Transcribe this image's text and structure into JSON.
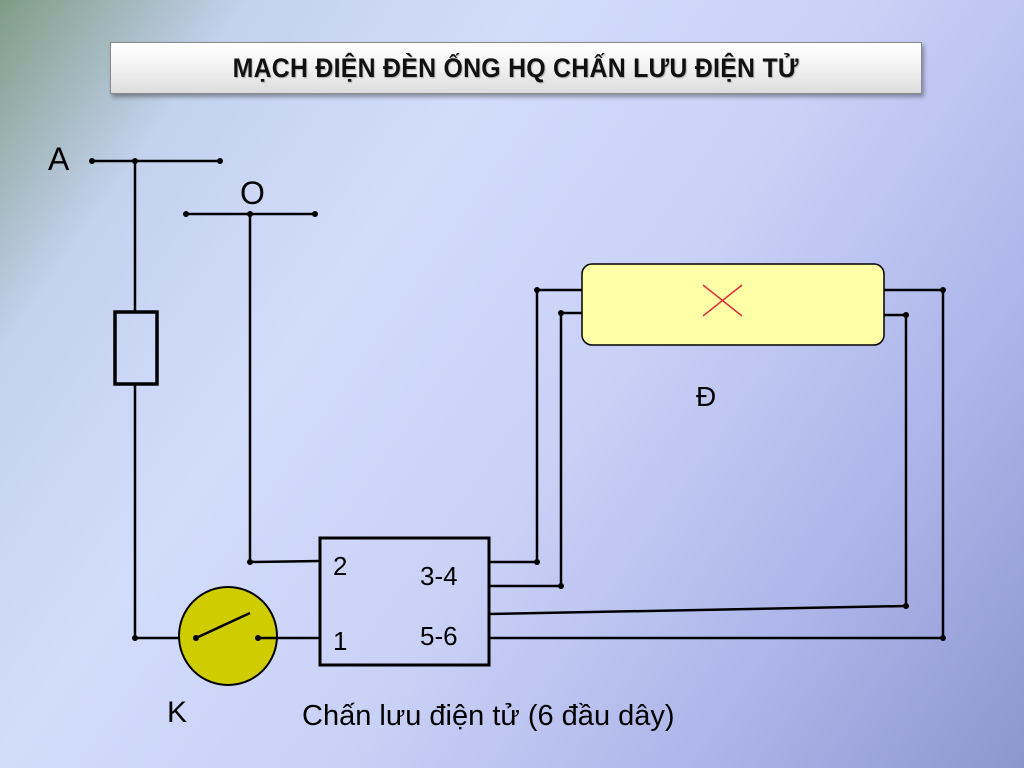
{
  "title": "MẠCH ĐIỆN ĐÈN ỐNG HQ CHẤN LƯU ĐIỆN TỬ",
  "labels": {
    "a": "A",
    "o": "O",
    "lamp": "Đ",
    "switch": "K",
    "ballast_caption": "Chấn lưu điện tử (6 đầu dây)"
  },
  "ballast_terminals": {
    "t2": "2",
    "t1": "1",
    "t34": "3-4",
    "t56": "5-6"
  },
  "colors": {
    "lamp_fill": "#ffffa8",
    "switch_fill": "#cfcc00",
    "lamp_marker": "#e0303a"
  }
}
